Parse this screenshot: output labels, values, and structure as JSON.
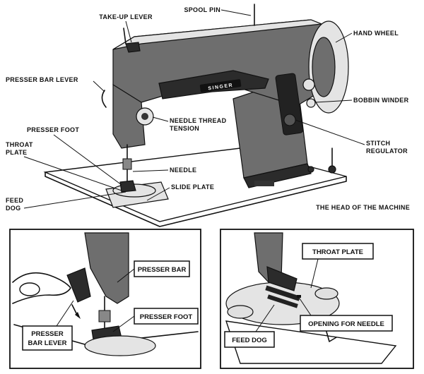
{
  "main_diagram": {
    "caption": "THE HEAD OF THE MACHINE",
    "brand_plate": "SINGER",
    "labels": {
      "spool_pin": "SPOOL PIN",
      "take_up_lever": "TAKE-UP LEVER",
      "hand_wheel": "HAND WHEEL",
      "presser_bar_lever": "PRESSER BAR LEVER",
      "bobbin_winder": "BOBBIN WINDER",
      "needle_thread_tension_line1": "NEEDLE THREAD",
      "needle_thread_tension_line2": "TENSION",
      "presser_foot": "PRESSER FOOT",
      "throat_plate_line1": "THROAT",
      "throat_plate_line2": "PLATE",
      "stitch_regulator_line1": "STITCH",
      "stitch_regulator_line2": "REGULATOR",
      "needle": "NEEDLE",
      "slide_plate": "SLIDE PLATE",
      "feed_dog_line1": "FEED",
      "feed_dog_line2": "DOG"
    }
  },
  "left_inset": {
    "presser_bar": "PRESSER BAR",
    "presser_foot": "PRESSER FOOT",
    "presser_bar_lever_line1": "PRESSER",
    "presser_bar_lever_line2": "BAR LEVER"
  },
  "right_inset": {
    "throat_plate": "THROAT PLATE",
    "opening_for_needle": "OPENING FOR NEEDLE",
    "feed_dog": "FEED DOG"
  }
}
